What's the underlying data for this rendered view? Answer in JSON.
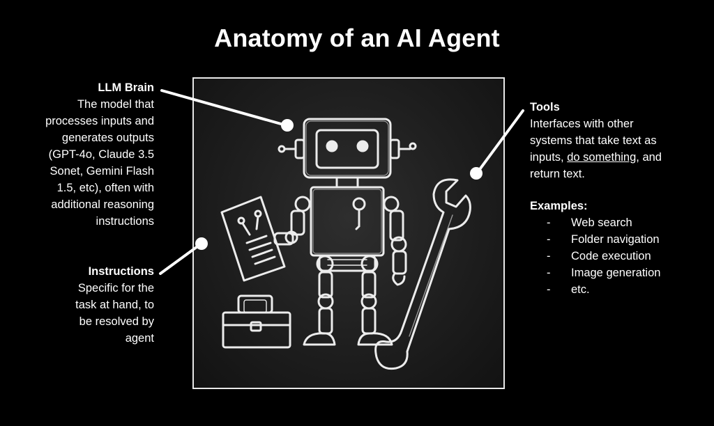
{
  "title": "Anatomy of an AI Agent",
  "llm_brain": {
    "heading": "LLM Brain",
    "body": [
      "The model that",
      "processes inputs and",
      "generates outputs",
      "(GPT-4o, Claude 3.5",
      "Sonet, Gemini Flash",
      "1.5, etc), often with",
      "additional reasoning",
      "instructions"
    ]
  },
  "instructions": {
    "heading": "Instructions",
    "body": [
      "Specific for the",
      "task at hand, to",
      "be resolved by",
      "agent"
    ]
  },
  "tools": {
    "heading": "Tools",
    "line1": "Interfaces with other",
    "line2": "systems that take text as",
    "line3_pre": "inputs, ",
    "line3_underlined": "do something",
    "line3_post": ", and",
    "line4": "return text."
  },
  "examples": {
    "heading": "Examples:",
    "dash": "-",
    "items": [
      "Web search",
      "Folder navigation",
      "Code execution",
      "Image generation",
      "etc."
    ]
  },
  "colors": {
    "background": "#000000",
    "text": "#ffffff",
    "chalk": "#ececec",
    "board": "#1e1e1e"
  },
  "icons": [
    "robot-illustration",
    "wrench-icon",
    "toolbox-icon",
    "clipboard-icon"
  ]
}
